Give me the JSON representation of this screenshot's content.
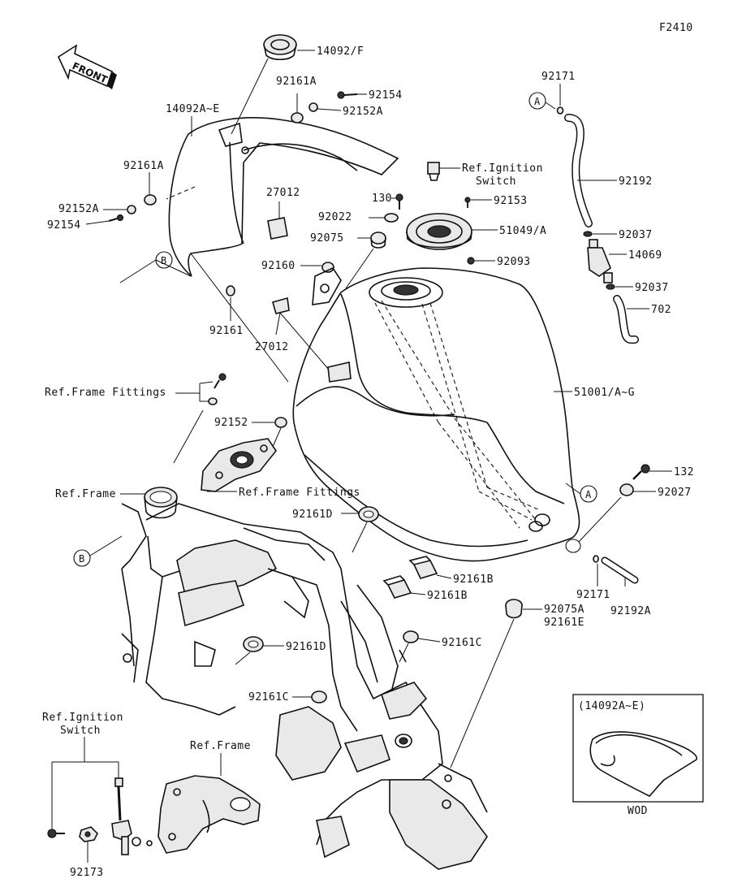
{
  "figure_code": "F2410",
  "front_label": "FRONT",
  "callouts": {
    "a_top": "A",
    "a_tank": "A",
    "b_cover": "B",
    "b_frame": "B"
  },
  "labels": {
    "p14092F": "14092/F",
    "p92161A_top": "92161A",
    "p92154_top": "92154",
    "p92152A_top": "92152A",
    "p14092AE": "14092A~E",
    "p92161A_left": "92161A",
    "p92152A_left": "92152A",
    "p92154_left": "92154",
    "p27012_a": "27012",
    "p27012_b": "27012",
    "p92161": "92161",
    "p92160": "92160",
    "ref_ign_1": "Ref.Ignition",
    "ref_ign_2": "Switch",
    "p130": "130",
    "p92153": "92153",
    "p92022": "92022",
    "p51049A": "51049/A",
    "p92075": "92075",
    "p92093": "92093",
    "p92171_top": "92171",
    "p92192": "92192",
    "p92037_a": "92037",
    "p14069": "14069",
    "p92037_b": "92037",
    "p702": "702",
    "p51001": "51001/A~G",
    "ref_frame_fittings_1": "Ref.Frame Fittings",
    "p92152": "92152",
    "ref_frame_1": "Ref.Frame",
    "ref_frame_fittings_2": "Ref.Frame Fittings",
    "p92161D_a": "92161D",
    "p132": "132",
    "p92027": "92027",
    "p92161B_a": "92161B",
    "p92161B_b": "92161B",
    "p92171_b": "92171",
    "p92192A": "92192A",
    "p92075A": "92075A",
    "p92161E": "92161E",
    "p92161C_a": "92161C",
    "p92161D_b": "92161D",
    "p92161C_b": "92161C",
    "ref_ign_b1": "Ref.Ignition",
    "ref_ign_b2": "Switch",
    "ref_frame_2": "Ref.Frame",
    "p92173": "92173",
    "inset_title": "(14092A~E)",
    "inset_caption": "WOD"
  }
}
